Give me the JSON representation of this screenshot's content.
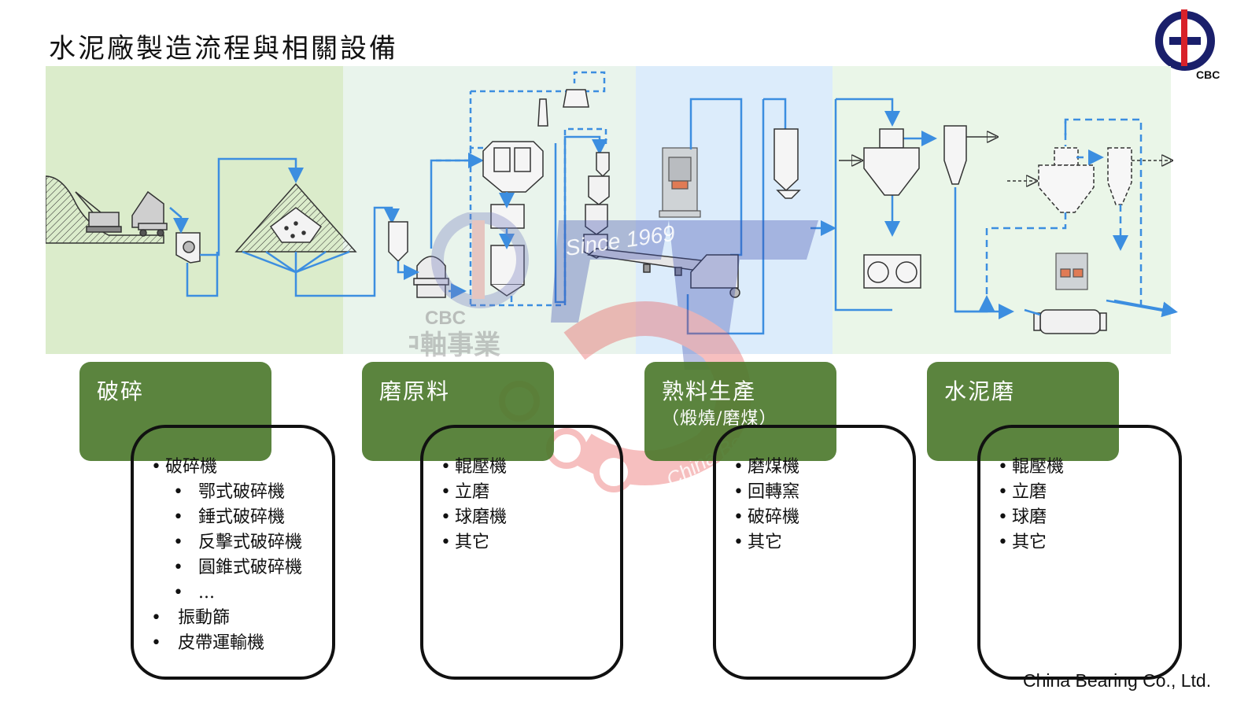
{
  "title": "水泥廠製造流程與相關設備",
  "logo_text": "CBC",
  "watermark": {
    "since": "Since 1969",
    "cbc": "CBC",
    "cn": "中軸事業",
    "en": "China Bearing Co."
  },
  "colors": {
    "green_dark": "#4d7a2e",
    "flow_blue": "#3c8ee0",
    "band1": "#dbeccb",
    "band2": "#e9f4ec",
    "band3": "#dcecfb",
    "band4": "#eaf6e8"
  },
  "stages": [
    {
      "title": "破碎",
      "subtitle": "",
      "items": [
        {
          "text": "破碎機",
          "level": 1
        },
        {
          "text": "鄂式破碎機",
          "level": 2
        },
        {
          "text": "錘式破碎機",
          "level": 2
        },
        {
          "text": "反擊式破碎機",
          "level": 2
        },
        {
          "text": "圓錐式破碎機",
          "level": 2
        },
        {
          "text": "...",
          "level": 2
        },
        {
          "text": "振動篩",
          "level": 1
        },
        {
          "text": "皮帶運輸機",
          "level": 1
        }
      ]
    },
    {
      "title": "磨原料",
      "subtitle": "",
      "items": [
        {
          "text": "輥壓機",
          "level": 1
        },
        {
          "text": "立磨",
          "level": 1
        },
        {
          "text": "球磨機",
          "level": 1
        },
        {
          "text": "其它",
          "level": 1
        }
      ]
    },
    {
      "title": "熟料生產",
      "subtitle": "（煅燒/磨煤）",
      "items": [
        {
          "text": "磨煤機",
          "level": 1
        },
        {
          "text": "回轉窯",
          "level": 1
        },
        {
          "text": "破碎機",
          "level": 1
        },
        {
          "text": "其它",
          "level": 1
        }
      ]
    },
    {
      "title": "水泥磨",
      "subtitle": "",
      "items": [
        {
          "text": "輥壓機",
          "level": 1
        },
        {
          "text": "立磨",
          "level": 1
        },
        {
          "text": "球磨",
          "level": 1
        },
        {
          "text": "其它",
          "level": 1
        }
      ]
    }
  ],
  "footer": "China Bearing Co., Ltd."
}
